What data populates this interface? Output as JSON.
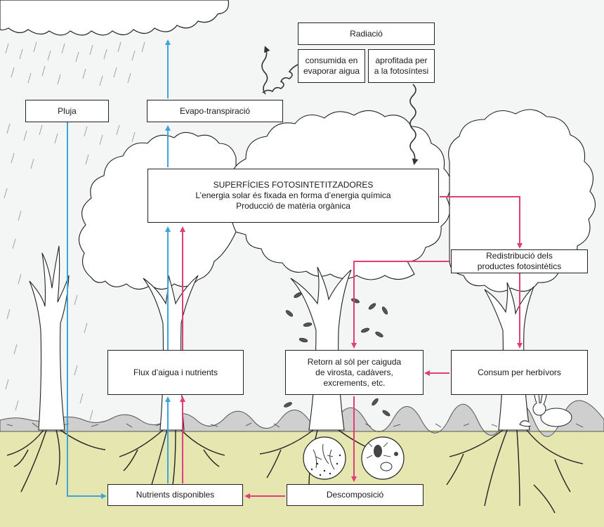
{
  "colors": {
    "water": "#3aa6dc",
    "organic": "#e23c7a",
    "soil": "#e6e6b0",
    "litter": "#bdbdbd",
    "ink": "#1a1a1a",
    "sky": "#f4f6f6"
  },
  "boxes": {
    "radiacio": "Radiació",
    "consumida": [
      "consumida en",
      "evaporar aigua"
    ],
    "aprofitada": [
      "aprofitada per",
      "a la fotosíntesi"
    ],
    "pluja": "Pluja",
    "evapo": "Evapo-transpiració",
    "superficies": [
      "SUPERFÍCIES FOTOSINTETITZADORES",
      "L’energia solar és fixada en forma d’energia química",
      "Producció de matèria orgànica"
    ],
    "redistribucio": [
      "Redistribució dels",
      "productes fotosintètics"
    ],
    "flux": "Flux d’aigua i nutrients",
    "retorn": [
      "Retorn al sòl per caiguda",
      "de virosta, cadàvers,",
      "excrements, etc."
    ],
    "consum": "Consum per herbívors",
    "nutrients": "Nutrients disponibles",
    "descomposicio": "Descomposició"
  }
}
